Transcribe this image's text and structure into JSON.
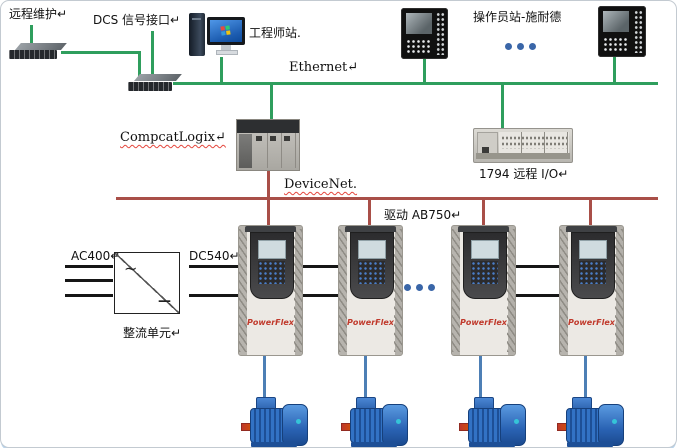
{
  "labels": {
    "remote_maintenance": "远程维护↵",
    "dcs_interface": "DCS 信号接口↵",
    "engineer_station": "工程师站.",
    "ethernet": "Ethernet↵",
    "operator_station": "操作员站-施耐德",
    "compactlogix": "CompcatLogix↵",
    "remote_io": "1794 远程 I/O↵",
    "devicenet": "DeviceNet.",
    "drive_group": "驱动 AB750↵",
    "ac_input": "AC400↵",
    "dc_link": "DC540↵",
    "rectifier_unit": "整流单元↵",
    "ac_symbol": "~",
    "dc_symbol": "—"
  },
  "drives": [
    {
      "brand": "PowerFlex"
    },
    {
      "brand": "PowerFlex"
    },
    {
      "brand": "PowerFlex"
    },
    {
      "brand": "PowerFlex"
    }
  ],
  "colors": {
    "ethernet_line": "#2f9e5d",
    "devicenet_line": "#a94f48",
    "power_line": "#161616",
    "motor_line": "#4d7fb5",
    "ellipsis_dot": "#3a66a8",
    "brand_red": "#c0392b"
  }
}
